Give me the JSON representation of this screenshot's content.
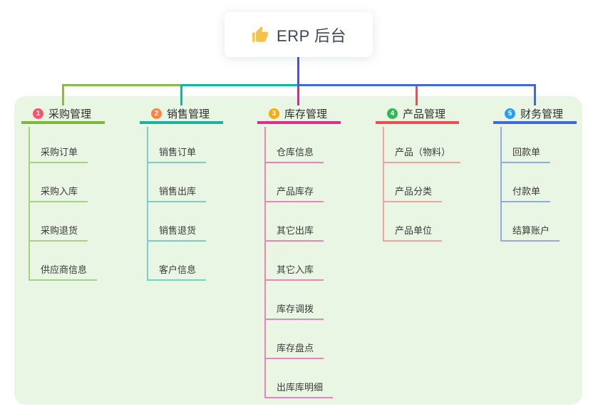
{
  "root": {
    "label": "ERP 后台",
    "icon": "thumbs-up"
  },
  "branches": [
    {
      "badge": "1",
      "title": "采购管理",
      "children": [
        "采购订单",
        "采购入库",
        "采购退货",
        "供应商信息"
      ],
      "colors": {
        "badge": "#f4566c",
        "line": "#7db940",
        "light": "#a6d47d",
        "connector": "#8bba4a"
      }
    },
    {
      "badge": "2",
      "title": "销售管理",
      "children": [
        "销售订单",
        "销售出库",
        "销售退货",
        "客户信息"
      ],
      "colors": {
        "badge": "#fa8443",
        "line": "#17b3a3",
        "light": "#73d1c6",
        "connector": "#17b3a3"
      }
    },
    {
      "badge": "3",
      "title": "库存管理",
      "children": [
        "仓库信息",
        "产品库存",
        "其它出库",
        "其它入库",
        "库存调拨",
        "库存盘点",
        "出库库明细"
      ],
      "colors": {
        "badge": "#f9ab11",
        "line": "#dd2e8e",
        "light": "#ee82bb",
        "connector": "#d82c8c"
      }
    },
    {
      "badge": "4",
      "title": "产品管理",
      "children": [
        "产品（物料）",
        "产品分类",
        "产品单位"
      ],
      "colors": {
        "badge": "#2fb857",
        "line": "#f04d52",
        "light": "#f5a19c",
        "connector": "#f04d52"
      }
    },
    {
      "badge": "5",
      "title": "财务管理",
      "children": [
        "回款单",
        "付款单",
        "结算账户"
      ],
      "colors": {
        "badge": "#2a9df4",
        "line": "#4268df",
        "light": "#93a9e7",
        "connector": "#4268df"
      }
    }
  ],
  "colors": {
    "canvas": "#ffffff",
    "panel_bg": "#e9f6e3",
    "root_line": "#4b55d2",
    "text": "#333333"
  }
}
